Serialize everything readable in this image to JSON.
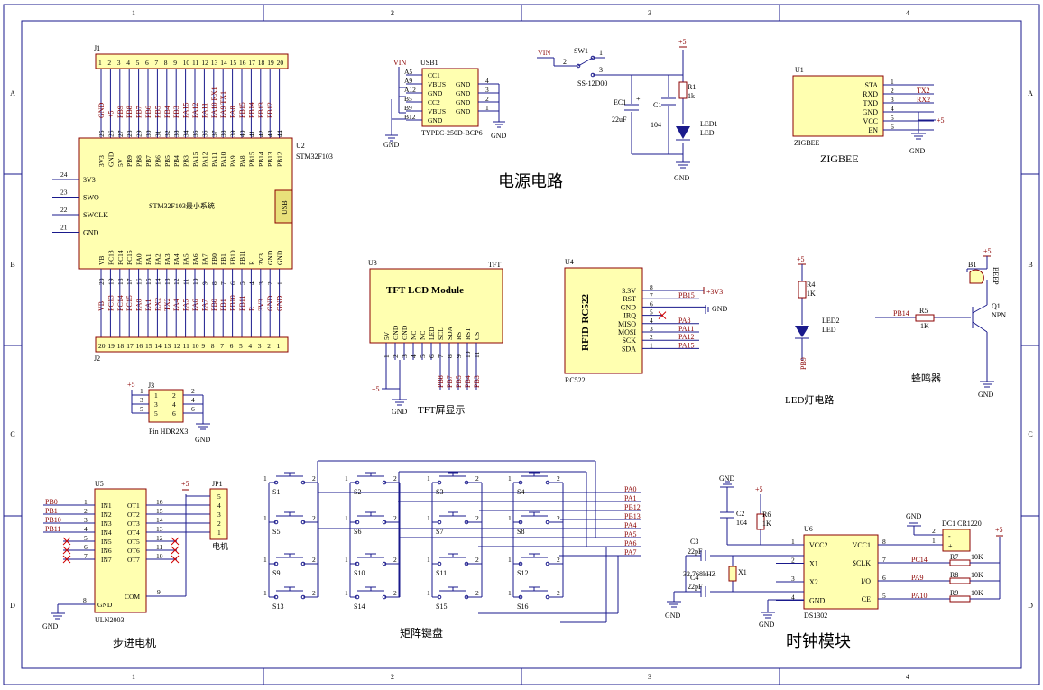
{
  "border": {
    "columns": [
      "1",
      "2",
      "3",
      "4"
    ],
    "rows": [
      "A",
      "B",
      "C",
      "D"
    ]
  },
  "sections": {
    "power": "电源电路",
    "tft_display": "TFT屏显示",
    "led_circuit": "LED灯电路",
    "buzzer": "蜂鸣器",
    "stepper": "步进电机",
    "keypad": "矩阵键盘",
    "clock": "时钟模块"
  },
  "mcu": {
    "ref": "U2",
    "part": "STM32F103",
    "title": "STM32F103最小系统",
    "usb": "USB",
    "j1": "J1",
    "j2": "J2",
    "top_pins": [
      "3V3",
      "GND",
      "5V",
      "PB9",
      "PB8",
      "PB7",
      "PB6",
      "PB5",
      "PB4",
      "PB3",
      "PA15",
      "PA12",
      "PA11",
      "PA10",
      "PA9",
      "PA8",
      "PB15",
      "PB14",
      "PB13",
      "PB12"
    ],
    "top_nums": [
      "25",
      "26",
      "27",
      "28",
      "29",
      "30",
      "31",
      "32",
      "33",
      "34",
      "35",
      "36",
      "37",
      "38",
      "39",
      "40",
      "41",
      "42",
      "43",
      "44"
    ],
    "top_nets": [
      "GND",
      "+5",
      "PB9",
      "PB8",
      "PB7",
      "PB6",
      "PB5",
      "PB4",
      "PB3",
      "PA15",
      "PA12",
      "PA11",
      "PA10 RX1",
      "PA9 TX1",
      "PA8",
      "PB15",
      "PB14",
      "PB13",
      "PB12"
    ],
    "bottom_pins": [
      "VB",
      "PC13",
      "PC14",
      "PC15",
      "PA0",
      "PA1",
      "PA2",
      "PA3",
      "PA4",
      "PA5",
      "PA6",
      "PA7",
      "PB0",
      "PB1",
      "PB10",
      "PB11",
      "R",
      "3V3",
      "GND",
      "GND"
    ],
    "bottom_nums": [
      "20",
      "19",
      "18",
      "17",
      "16",
      "15",
      "14",
      "13",
      "12",
      "11",
      "10",
      "9",
      "8",
      "7",
      "6",
      "5",
      "4",
      "3",
      "2",
      "1"
    ],
    "bottom_nets": [
      "VB",
      "PC13",
      "PC14",
      "PC15",
      "PA0",
      "PA1",
      "RX2",
      "TX2",
      "PA4",
      "PA5",
      "PA6",
      "PA7",
      "PB0",
      "PB1",
      "PB10",
      "PB11",
      "R",
      "3V3",
      "GND",
      "GND"
    ],
    "left_pins": [
      {
        "num": "24",
        "name": "3V3"
      },
      {
        "num": "23",
        "name": "SWO"
      },
      {
        "num": "22",
        "name": "SWCLK"
      },
      {
        "num": "21",
        "name": "GND"
      }
    ]
  },
  "usb_conn": {
    "ref": "USB1",
    "part": "TYPEC-250D-BCP6",
    "vin": "VIN",
    "gnd_label": "GND",
    "left": [
      {
        "pin": "A5",
        "name": "CC1"
      },
      {
        "pin": "A9",
        "name": "VBUS"
      },
      {
        "pin": "A12",
        "name": "GND"
      },
      {
        "pin": "B5",
        "name": "CC2"
      },
      {
        "pin": "B9",
        "name": "VBUS"
      },
      {
        "pin": "B12",
        "name": "GND"
      }
    ],
    "right": [
      {
        "pin": "4",
        "name": "GND"
      },
      {
        "pin": "3",
        "name": "GND"
      },
      {
        "pin": "2",
        "name": "GND"
      },
      {
        "pin": "1",
        "name": "GND"
      }
    ]
  },
  "power": {
    "vin": "VIN",
    "sw_ref": "SW1",
    "sw_part": "SS-12D00",
    "sw_pins": [
      "2",
      "1",
      "3"
    ],
    "ec1": "EC1",
    "ec1_val": "22uF",
    "c1": "C1",
    "c1_val": "104",
    "r1": "R1",
    "r1_val": "1k",
    "led1": "LED1",
    "led1_val": "LED",
    "plus5": "+5",
    "gnd": "GND"
  },
  "zigbee": {
    "ref": "U1",
    "part": "ZIGBEE",
    "title": "ZIGBEE",
    "plus5": "+5",
    "gnd": "GND",
    "pins": [
      {
        "num": "1",
        "name": "STA",
        "net": ""
      },
      {
        "num": "2",
        "name": "RXD",
        "net": "TX2"
      },
      {
        "num": "3",
        "name": "TXD",
        "net": "RX2"
      },
      {
        "num": "4",
        "name": "GND",
        "net": ""
      },
      {
        "num": "5",
        "name": "VCC",
        "net": ""
      },
      {
        "num": "6",
        "name": "EN",
        "net": ""
      }
    ]
  },
  "tft": {
    "ref": "U3",
    "tag": "TFT",
    "title": "TFT LCD Module",
    "plus5": "+5",
    "gnd": "GND",
    "pins": [
      "5V",
      "GND",
      "GND",
      "NC",
      "NC",
      "LED",
      "SCL",
      "SDA",
      "RS",
      "RST",
      "CS"
    ],
    "nums": [
      "1",
      "2",
      "3",
      "4",
      "5",
      "6",
      "7",
      "8",
      "9",
      "10",
      "11"
    ],
    "nets": [
      "",
      "",
      "",
      "",
      "",
      "",
      "PB8",
      "PB7",
      "PB5",
      "PB4",
      "PB3"
    ]
  },
  "rfid": {
    "ref": "U4",
    "title": "RFID-RC522",
    "part": "RC522",
    "v33": "+3V3",
    "gnd": "GND",
    "pins": [
      {
        "name": "3.3V",
        "num": "8",
        "net": ""
      },
      {
        "name": "RST",
        "num": "7",
        "net": "PB15"
      },
      {
        "name": "GND",
        "num": "6",
        "net": ""
      },
      {
        "name": "IRQ",
        "num": "5",
        "net": ""
      },
      {
        "name": "MISO",
        "num": "4",
        "net": "PA8"
      },
      {
        "name": "MOSI",
        "num": "3",
        "net": "PA11"
      },
      {
        "name": "SCK",
        "num": "2",
        "net": "PA12"
      },
      {
        "name": "SDA",
        "num": "1",
        "net": "PA15"
      }
    ]
  },
  "led2": {
    "plus5": "+5",
    "r4": "R4",
    "r4_val": "1K",
    "led2": "LED2",
    "led2_val": "LED",
    "net": "PB9"
  },
  "buzzer_part": {
    "plus5": "+5",
    "b1": "B1",
    "b1_val": "BEEP",
    "q1": "Q1",
    "q1_val": "NPN",
    "r5": "R5",
    "r5_val": "1K",
    "net": "PB14",
    "gnd": "GND"
  },
  "j3": {
    "ref": "J3",
    "plus5": "+5",
    "part": "Pin HDR2X3",
    "gnd": "GND",
    "nums": [
      "1",
      "2",
      "3",
      "4",
      "5",
      "6"
    ]
  },
  "uln": {
    "ref": "U5",
    "part": "ULN2003",
    "jp": "JP1",
    "motor": "电机",
    "plus5": "+5",
    "gnd": "GND",
    "inputs": [
      {
        "net": "PB0",
        "num": "1",
        "name": "IN1"
      },
      {
        "net": "PB1",
        "num": "2",
        "name": "IN2"
      },
      {
        "net": "PB10",
        "num": "3",
        "name": "IN3"
      },
      {
        "net": "PB11",
        "num": "4",
        "name": "IN4"
      },
      {
        "net": "",
        "num": "5",
        "name": "IN5"
      },
      {
        "net": "",
        "num": "6",
        "name": "IN6"
      },
      {
        "net": "",
        "num": "7",
        "name": "IN7"
      }
    ],
    "outputs": [
      {
        "name": "OT1",
        "num": "16"
      },
      {
        "name": "OT2",
        "num": "15"
      },
      {
        "name": "OT3",
        "num": "14"
      },
      {
        "name": "OT4",
        "num": "13"
      },
      {
        "name": "OT5",
        "num": "12"
      },
      {
        "name": "OT6",
        "num": "11"
      },
      {
        "name": "OT7",
        "num": "10"
      }
    ],
    "gnd_pin": {
      "num": "8",
      "name": "GND"
    },
    "com_pin": {
      "num": "9",
      "name": "COM"
    },
    "jp_nums": [
      "5",
      "4",
      "3",
      "2",
      "1"
    ]
  },
  "keypad": {
    "switches": [
      "S1",
      "S2",
      "S3",
      "S4",
      "S5",
      "S6",
      "S7",
      "S8",
      "S9",
      "S10",
      "S11",
      "S12",
      "S13",
      "S14",
      "S15",
      "S16"
    ],
    "nets": [
      "PA0",
      "PA1",
      "PB12",
      "PB13",
      "PA4",
      "PA5",
      "PA6",
      "PA7"
    ]
  },
  "rtc": {
    "ref": "U6",
    "part": "DS1302",
    "plus5": "+5",
    "gnd": "GND",
    "c2": "C2",
    "c2_val": "104",
    "r6": "R6",
    "r6_val": "1K",
    "c3": "C3",
    "c3_val": "22pF",
    "c4": "C4",
    "c4_val": "22pF",
    "x1": "X1",
    "x1_val": "32.768kHZ",
    "dc1": "DC1 CR1220",
    "left": [
      {
        "num": "1",
        "name": "VCC2"
      },
      {
        "num": "2",
        "name": "X1"
      },
      {
        "num": "3",
        "name": "X2"
      },
      {
        "num": "4",
        "name": "GND"
      }
    ],
    "right": [
      {
        "num": "8",
        "name": "VCC1",
        "net": "",
        "r": "",
        "rv": ""
      },
      {
        "num": "7",
        "name": "SCLK",
        "net": "PC14",
        "r": "R7",
        "rv": "10K"
      },
      {
        "num": "6",
        "name": "I/O",
        "net": "PA9",
        "r": "R8",
        "rv": "10K"
      },
      {
        "num": "5",
        "name": "CE",
        "net": "PA10",
        "r": "R9",
        "rv": "10K"
      }
    ]
  }
}
